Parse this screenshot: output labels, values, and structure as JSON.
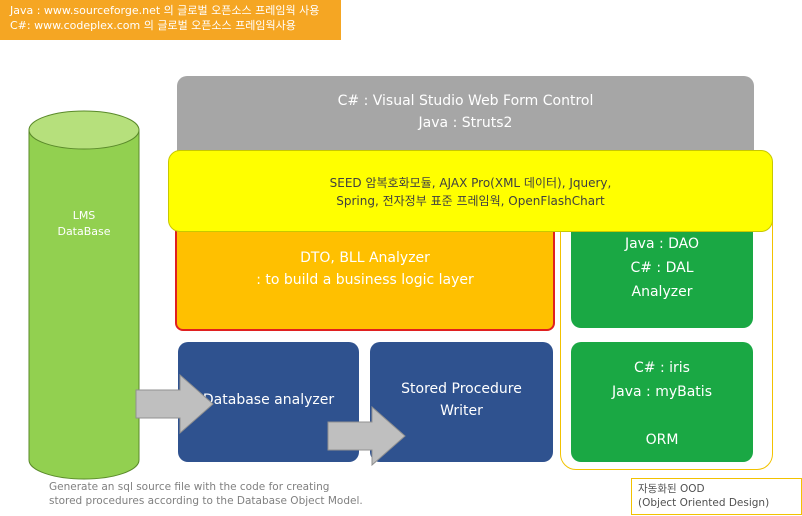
{
  "note": {
    "line1": "Java : www.sourceforge.net 의 글로벌 오픈소스 프레임웍 사용",
    "line2": "C#: www.codeplex.com 의 글로벌 오픈소스 프레임웍사용"
  },
  "web_control": {
    "line1": "C# : Visual Studio Web Form Control",
    "line2": "Java : Struts2"
  },
  "frameworks": {
    "line1": "SEED 암복호화모듈, AJAX Pro(XML 데이터), Jquery,",
    "line2": "Spring, 전자정부 표준 프레임웍, OpenFlashChart"
  },
  "dto_analyzer": {
    "line1": "DTO, BLL Analyzer",
    "line2": ": to build a business logic layer"
  },
  "dao_analyzer": {
    "line1": "Java : DAO",
    "line2": "C# : DAL",
    "line3": "Analyzer"
  },
  "orm": {
    "line1": "C# : iris",
    "line2": "Java : myBatis",
    "line3": "ORM"
  },
  "database": {
    "line1": "LMS",
    "line2": "DataBase"
  },
  "database_analyzer": {
    "label": "Database analyzer"
  },
  "sp_writer": {
    "line1": "Stored Procedure",
    "line2": "Writer"
  },
  "caption": {
    "line1": "Generate an sql source file with the code for creating",
    "line2": "stored procedures according to the Database Object Model."
  },
  "ood": {
    "line1": "자동화된 OOD",
    "line2": "(Object Oriented Design)"
  },
  "colors": {
    "orange_note": "#f5a623",
    "gray_box": "#a6a6a6",
    "yellow_box": "#ffff00",
    "orange_box": "#ffc000",
    "red_border": "#e02020",
    "green_box": "#1aa844",
    "blue_box": "#2f528f",
    "cylinder": "#92d050",
    "arrow": "#bfbfbf"
  }
}
